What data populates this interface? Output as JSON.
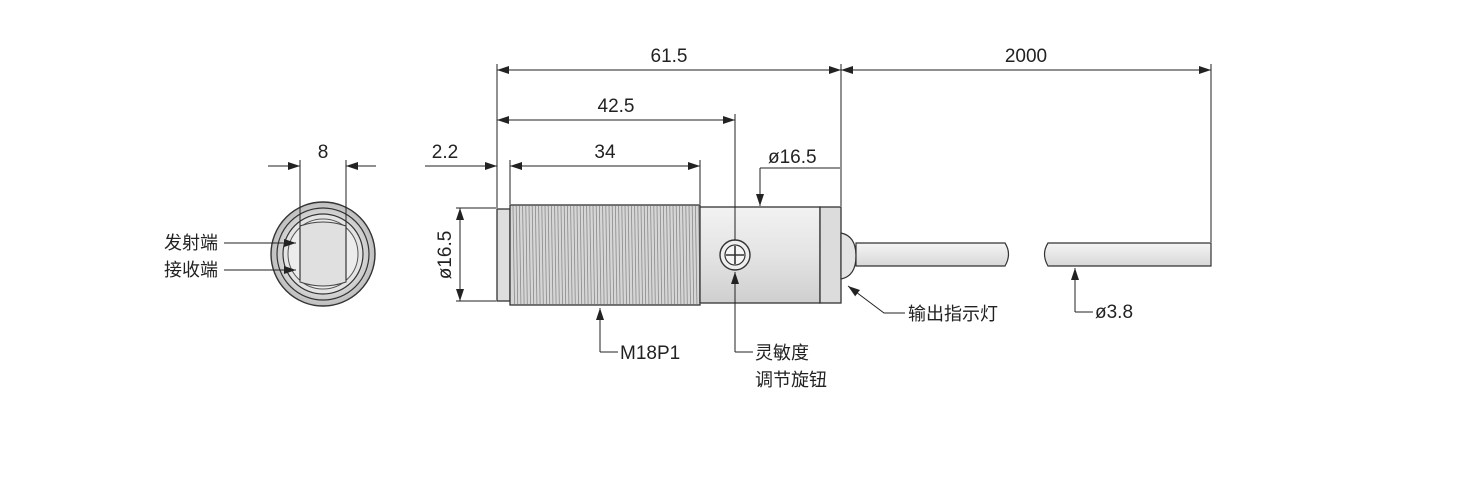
{
  "dimensions": {
    "front_width": "8",
    "overall_length": "61.5",
    "cable_length": "2000",
    "knob_position": "42.5",
    "front_lip": "2.2",
    "thread_length": "34",
    "body_diameter_top": "ø16.5",
    "body_diameter_side": "ø16.5",
    "cable_diameter": "ø3.8"
  },
  "labels": {
    "emitter": "发射端",
    "receiver": "接收端",
    "thread_spec": "M18P1",
    "output_indicator": "输出指示灯",
    "sensitivity_line1": "灵敏度",
    "sensitivity_line2": "调节旋钮"
  },
  "colors": {
    "line": "#222222",
    "body_fill": "#e6e6e6",
    "thread_fill": "#d9d9d9",
    "lens_fill": "#e2e2e2"
  }
}
